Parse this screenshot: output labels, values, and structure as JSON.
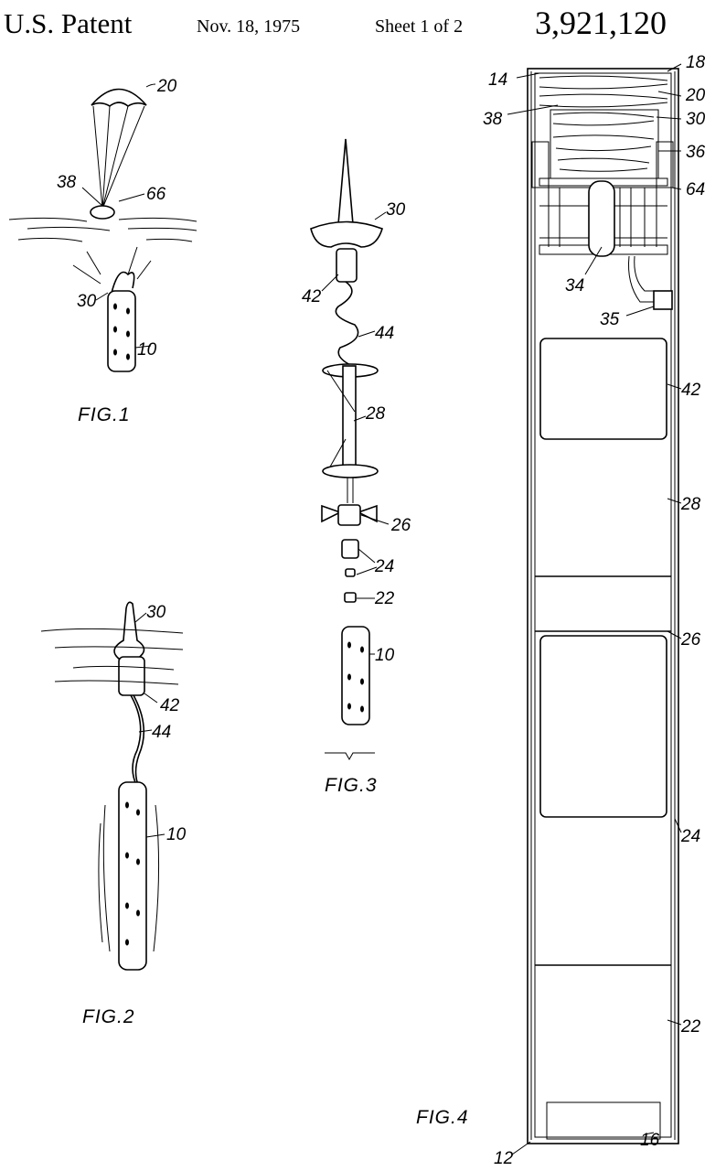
{
  "header": {
    "title": "U.S. Patent",
    "date": "Nov. 18, 1975",
    "sheet": "Sheet 1 of 2",
    "patent_number": "3,921,120"
  },
  "fig1": {
    "caption": "FIG.1",
    "labels": {
      "l20": "20",
      "l66": "66",
      "l38": "38",
      "l30": "30",
      "l10": "10"
    }
  },
  "fig2": {
    "caption": "FIG.2",
    "labels": {
      "l30": "30",
      "l42": "42",
      "l44": "44",
      "l10": "10"
    }
  },
  "fig3": {
    "caption": "FIG.3",
    "labels": {
      "l30": "30",
      "l42": "42",
      "l44": "44",
      "l28": "28",
      "l26": "26",
      "l24": "24",
      "l22": "22",
      "l10": "10"
    }
  },
  "fig4": {
    "caption": "FIG.4",
    "labels": {
      "l14": "14",
      "l18": "18",
      "l20": "20",
      "l38": "38",
      "l30": "30",
      "l36": "36",
      "l64": "64",
      "l34": "34",
      "l35": "35",
      "l42": "42",
      "l28": "28",
      "l26": "26",
      "l24": "24",
      "l22": "22",
      "l12": "12",
      "l16": "16"
    }
  }
}
